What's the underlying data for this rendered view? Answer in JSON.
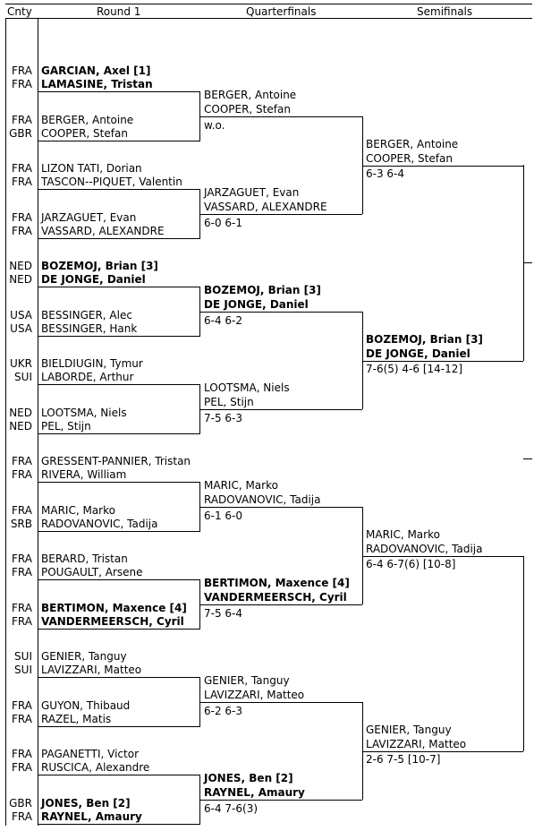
{
  "headers": {
    "cnty": "Cnty",
    "round1": "Round 1",
    "qf": "Quarterfinals",
    "sf": "Semifinals"
  },
  "round1": [
    {
      "c1": "FRA",
      "p1": "GARCIAN, Axel [1]",
      "c2": "FRA",
      "p2": "LAMASINE, Tristan",
      "seeded": true
    },
    {
      "c1": "FRA",
      "p1": "BERGER, Antoine",
      "c2": "GBR",
      "p2": "COOPER, Stefan",
      "seeded": false
    },
    {
      "c1": "FRA",
      "p1": "LIZON TATI, Dorian",
      "c2": "FRA",
      "p2": "TASCON--PIQUET, Valentin",
      "seeded": false
    },
    {
      "c1": "FRA",
      "p1": "JARZAGUET, Evan",
      "c2": "FRA",
      "p2": "VASSARD, ALEXANDRE",
      "seeded": false
    },
    {
      "c1": "NED",
      "p1": "BOZEMOJ, Brian [3]",
      "c2": "NED",
      "p2": "DE JONGE, Daniel",
      "seeded": true
    },
    {
      "c1": "USA",
      "p1": "BESSINGER, Alec",
      "c2": "USA",
      "p2": "BESSINGER, Hank",
      "seeded": false
    },
    {
      "c1": "UKR",
      "p1": "BIELDIUGIN, Tymur",
      "c2": "SUI",
      "p2": "LABORDE, Arthur",
      "seeded": false
    },
    {
      "c1": "NED",
      "p1": "LOOTSMA, Niels",
      "c2": "NED",
      "p2": "PEL, Stijn",
      "seeded": false
    },
    {
      "c1": "FRA",
      "p1": "GRESSENT-PANNIER, Tristan",
      "c2": "FRA",
      "p2": "RIVERA, William",
      "seeded": false
    },
    {
      "c1": "FRA",
      "p1": "MARIC, Marko",
      "c2": "SRB",
      "p2": "RADOVANOVIC, Tadija",
      "seeded": false
    },
    {
      "c1": "FRA",
      "p1": "BERARD, Tristan",
      "c2": "FRA",
      "p2": "POUGAULT, Arsene",
      "seeded": false
    },
    {
      "c1": "FRA",
      "p1": "BERTIMON, Maxence [4]",
      "c2": "FRA",
      "p2": "VANDERMEERSCH, Cyril",
      "seeded": true
    },
    {
      "c1": "SUI",
      "p1": "GENIER, Tanguy",
      "c2": "SUI",
      "p2": "LAVIZZARI, Matteo",
      "seeded": false
    },
    {
      "c1": "FRA",
      "p1": "GUYON, Thibaud",
      "c2": "FRA",
      "p2": "RAZEL, Matis",
      "seeded": false
    },
    {
      "c1": "FRA",
      "p1": "PAGANETTI, Victor",
      "c2": "FRA",
      "p2": "RUSCICA, Alexandre",
      "seeded": false
    },
    {
      "c1": "GBR",
      "p1": "JONES, Ben [2]",
      "c2": "FRA",
      "p2": "RAYNEL, Amaury",
      "seeded": true
    }
  ],
  "qf": [
    {
      "p1": "BERGER, Antoine",
      "p2": "COOPER, Stefan",
      "score": "w.o.",
      "seeded": false
    },
    {
      "p1": "JARZAGUET, Evan",
      "p2": "VASSARD, ALEXANDRE",
      "score": "6-0 6-1",
      "seeded": false
    },
    {
      "p1": "BOZEMOJ, Brian [3]",
      "p2": "DE JONGE, Daniel",
      "score": "6-4 6-2",
      "seeded": true
    },
    {
      "p1": "LOOTSMA, Niels",
      "p2": "PEL, Stijn",
      "score": "7-5 6-3",
      "seeded": false
    },
    {
      "p1": "MARIC, Marko",
      "p2": "RADOVANOVIC, Tadija",
      "score": "6-1 6-0",
      "seeded": false
    },
    {
      "p1": "BERTIMON, Maxence [4]",
      "p2": "VANDERMEERSCH, Cyril",
      "score": "7-5 6-4",
      "seeded": true
    },
    {
      "p1": "GENIER, Tanguy",
      "p2": "LAVIZZARI, Matteo",
      "score": "6-2 6-3",
      "seeded": false
    },
    {
      "p1": "JONES, Ben [2]",
      "p2": "RAYNEL, Amaury",
      "score": "6-4 7-6(3)",
      "seeded": true
    }
  ],
  "sf": [
    {
      "p1": "BERGER, Antoine",
      "p2": "COOPER, Stefan",
      "score": "6-3 6-4",
      "seeded": false
    },
    {
      "p1": "BOZEMOJ, Brian [3]",
      "p2": "DE JONGE, Daniel",
      "score": "7-6(5) 4-6 [14-12]",
      "seeded": true
    },
    {
      "p1": "MARIC, Marko",
      "p2": "RADOVANOVIC, Tadija",
      "score": "6-4 6-7(6) [10-8]",
      "seeded": false
    },
    {
      "p1": "GENIER, Tanguy",
      "p2": "LAVIZZARI, Matteo",
      "score": "2-6 7-5 [10-7]",
      "seeded": false
    }
  ]
}
